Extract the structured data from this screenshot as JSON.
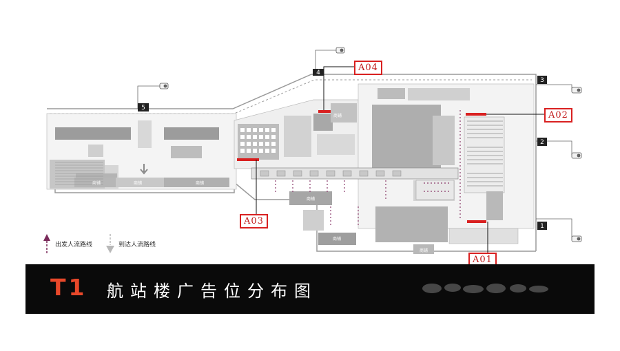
{
  "labels": {
    "a01": "A01",
    "a02": "A02",
    "a03": "A03",
    "a04": "A04"
  },
  "gates": [
    "1",
    "2",
    "3",
    "4",
    "5"
  ],
  "zone_tags": [
    "商铺",
    "商铺",
    "商铺",
    "商铺",
    "商铺",
    "商铺",
    "商铺"
  ],
  "legend": {
    "departure": "出发人流路线",
    "arrival": "到达人流路线"
  },
  "title": {
    "code": "T1",
    "text": "航站楼广告位分布图"
  },
  "colors": {
    "highlight": "#d92020",
    "departure_arrow": "#7a2a5a",
    "arrival_arrow": "#b8b8b8",
    "title_accent": "#e8482a"
  }
}
